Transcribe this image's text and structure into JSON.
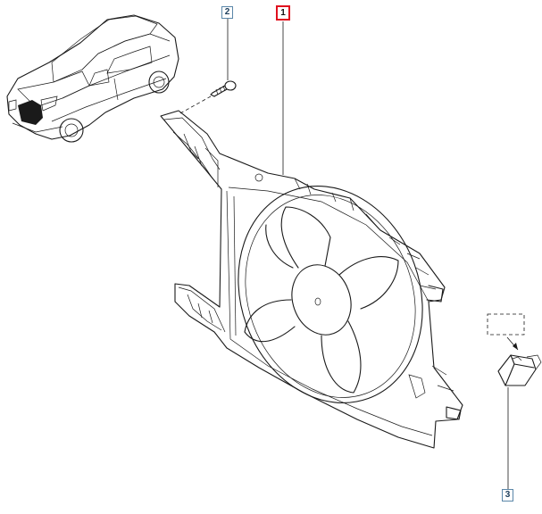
{
  "callouts": {
    "fan_assembly": "1",
    "bolt": "2",
    "connector": "3"
  },
  "colors": {
    "highlight": "#e0101e",
    "callout_border": "#5a86a8",
    "callout_text": "#1d3e5c",
    "drawing": "#1a1a1a"
  }
}
